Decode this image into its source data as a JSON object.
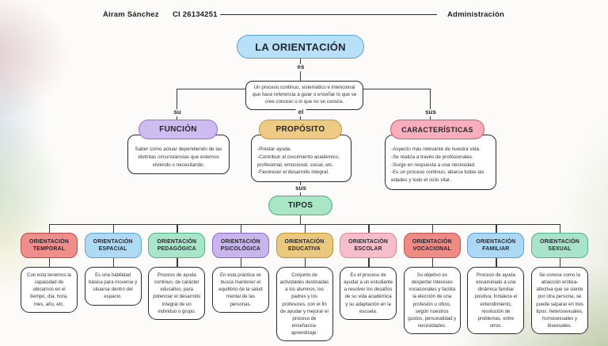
{
  "header": {
    "author": "Airam Sánchez",
    "id": "CI 26134251",
    "subject": "Administración"
  },
  "title": {
    "label": "LA ORIENTACIÓN",
    "colors": {
      "fill": "#b8e0f8",
      "border": "#53a2d8"
    }
  },
  "definition": {
    "connector": "es",
    "text": "Un proceso continuo, sistemático e intencional que hace referencia a guiar o enseñar lo que se cree conocer o lo que no se conoce."
  },
  "branches": {
    "funcion": {
      "connector": "su",
      "label": "FUNCIÓN",
      "description": "Saber cómo actuar dependiendo de las distintas circunstancias que estemos viviendo o necesitando.",
      "colors": {
        "fill": "#cebbef",
        "border": "#9070d2"
      }
    },
    "proposito": {
      "connector": "el",
      "label": "PROPÓSITO",
      "description": "-Prestar ayuda.\n-Contribuir al crecimiento académico, profesional, emocional, social, etc.\n-Favorecer el desarrollo integral.",
      "colors": {
        "fill": "#eecb84",
        "border": "#c49437"
      }
    },
    "caracteristicas": {
      "connector": "sus",
      "label": "CARACTERÍSTICAS",
      "description": "-Aspecto más relevante de nuestra vida.\n-Se realiza a través de profesionales.\n-Surge en respuesta a una necesidad.\n-Es un proceso continuo, abarca todas las edades y todo el ciclo vital.",
      "colors": {
        "fill": "#f8aebc",
        "border": "#d45464"
      }
    }
  },
  "tipos": {
    "connector": "sus",
    "label": "TIPOS",
    "colors": {
      "fill": "#a9e6c5",
      "border": "#43b183"
    }
  },
  "types": [
    {
      "name": "ORIENTACIÓN TEMPORAL",
      "description": "Con esta tenemos la capacidad de ubicarnos en el tiempo, día, hora, mes, año, etc.",
      "colors": {
        "fill": "#ef8e8b",
        "border": "#b94a46"
      }
    },
    {
      "name": "ORIENTACIÓN ESPACIAL",
      "description": "Es una habilidad básica para moverse y situarse dentro del espacio.",
      "colors": {
        "fill": "#aedaf5",
        "border": "#5ba3d8"
      }
    },
    {
      "name": "ORIENTACIÓN PEDAGÓGICA",
      "description": "Proceso de ayuda continuo, de carácter educativo, para potenciar el desarrollo integral de un individuo o grupo.",
      "colors": {
        "fill": "#a9e5c8",
        "border": "#4db189"
      }
    },
    {
      "name": "ORIENTACIÓN PSICOLÓGICA",
      "description": "En esta práctica se busca mantener el equilibrio de la salud mental de las personas.",
      "colors": {
        "fill": "#c8b5eb",
        "border": "#8a68cc"
      }
    },
    {
      "name": "ORIENTACIÓN EDUCATIVA",
      "description": "Conjunto de actividades destinadas a los alumnos, los padres y los profesores, con el fin de ayudar y mejorar el proceso de enseñanza-aprendizaje.",
      "colors": {
        "fill": "#eac87e",
        "border": "#c09134"
      }
    },
    {
      "name": "ORIENTACIÓN ESCOLAR",
      "description": "Es el proceso de ayudar a un estudiante a resolver los desafíos de su vida académica y su adaptación en la escuela.",
      "colors": {
        "fill": "#f6bdca",
        "border": "#e2849c"
      }
    },
    {
      "name": "ORIENTACIÓN VOCACIONAL",
      "description": "Su objetivo es despertar intereses vocacionales y facilita la elección de una profesión u oficio, según nuestros gustos, personalidad y necesidades.",
      "colors": {
        "fill": "#ee8b85",
        "border": "#c4534c"
      }
    },
    {
      "name": "ORIENTACIÓN FAMILIAR",
      "description": "Proceso de ayuda encaminado a una dinámica familiar positiva, fortalece el entendimiento, resolución de problemas, entre otros.",
      "colors": {
        "fill": "#abd8f4",
        "border": "#58a0d6"
      }
    },
    {
      "name": "ORIENTACIÓN SEXUAL",
      "description": "Se conoce como la atracción erótica-afectiva que se siente por otra persona, se puede separar en tres tipos: heterosexuales, homosexuales y bisexuales.",
      "colors": {
        "fill": "#a9e3cc",
        "border": "#4fb18d"
      }
    }
  ]
}
